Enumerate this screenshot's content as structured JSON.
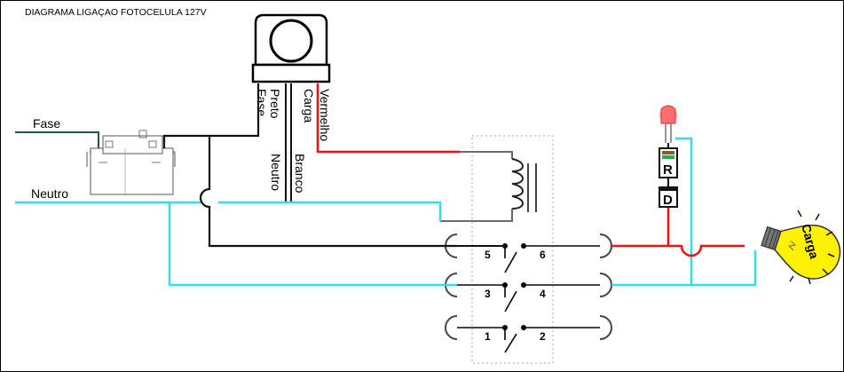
{
  "title": "DIAGRAMA LIGAÇAO FOTOCELULA 127V",
  "lines": {
    "fase": "Fase",
    "neutro": "Neutro"
  },
  "photocell": {
    "wires": [
      "Fase",
      "Preto",
      "Carga",
      "Vermelho"
    ],
    "lower_wires": [
      "Neutro",
      "Branco"
    ]
  },
  "relay_contacts": [
    "5",
    "6",
    "3",
    "4",
    "1",
    "2"
  ],
  "led": {
    "resistor_label": "R",
    "diode_label": "D"
  },
  "lamp": {
    "label": "Carga"
  },
  "colors": {
    "red": "#ee1111",
    "cyan": "#33dde8",
    "black": "#111111",
    "gray": "#777777",
    "dark_green": "#1d5a4a",
    "lamp_yellow": "#fff200"
  }
}
